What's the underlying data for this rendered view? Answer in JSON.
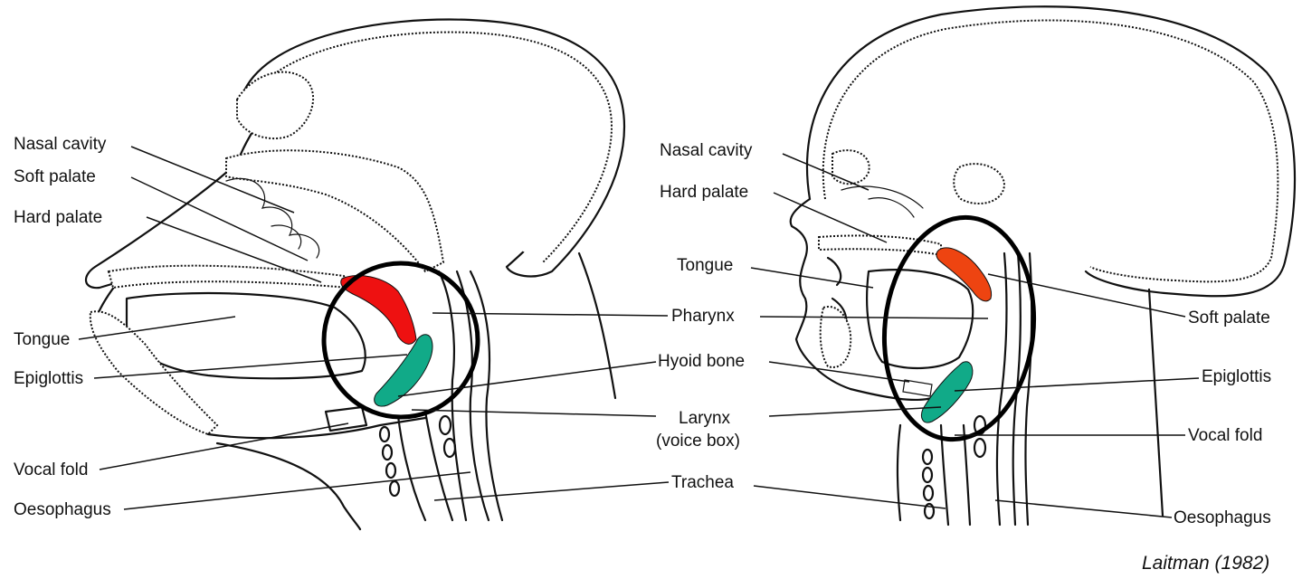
{
  "citation": "Laitman (1982)",
  "left_labels": {
    "nasal_cavity": "Nasal cavity",
    "soft_palate": "Soft palate",
    "hard_palate": "Hard palate",
    "tongue": "Tongue",
    "epiglottis": "Epiglottis",
    "vocal_fold": "Vocal fold",
    "oesophagus": "Oesophagus"
  },
  "center_labels": {
    "pharynx": "Pharynx",
    "hyoid_bone": "Hyoid bone",
    "larynx_line1": "Larynx",
    "larynx_line2": "(voice box)",
    "trachea": "Trachea"
  },
  "right_labels": {
    "nasal_cavity": "Nasal cavity",
    "hard_palate": "Hard palate",
    "tongue": "Tongue",
    "soft_palate": "Soft palate",
    "epiglottis": "Epiglottis",
    "vocal_fold": "Vocal fold",
    "oesophagus": "Oesophagus"
  },
  "colors": {
    "soft_palate_left": "#ee1111",
    "soft_palate_right": "#ee4411",
    "epiglottis": "#11aa88"
  }
}
